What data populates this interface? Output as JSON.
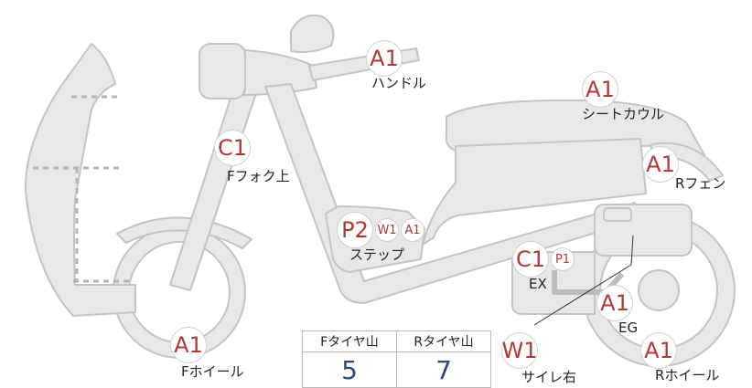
{
  "parts": [
    {
      "id": "handle",
      "label": "ハンドル",
      "badges": [
        "A1"
      ]
    },
    {
      "id": "seat-cowl",
      "label": "シートカウル",
      "badges": [
        "A1"
      ]
    },
    {
      "id": "f-fork-upper",
      "label": "Fフォク上",
      "badges": [
        "C1"
      ]
    },
    {
      "id": "r-fender",
      "label": "Rフェン",
      "badges": [
        "A1"
      ]
    },
    {
      "id": "step",
      "label": "ステップ",
      "badges": [
        "P2",
        "W1",
        "A1"
      ]
    },
    {
      "id": "exhaust",
      "label": "EX",
      "badges": [
        "C1",
        "P1"
      ]
    },
    {
      "id": "engine",
      "label": "EG",
      "badges": [
        "A1"
      ]
    },
    {
      "id": "f-wheel",
      "label": "Fホイール",
      "badges": [
        "A1"
      ]
    },
    {
      "id": "silencer-right",
      "label": "サイレ右",
      "badges": [
        "W1"
      ]
    },
    {
      "id": "r-wheel",
      "label": "Rホイール",
      "badges": [
        "A1"
      ]
    }
  ],
  "tread_table": {
    "front_header": "Fタイヤ山",
    "rear_header": "Rタイヤ山",
    "front_value": "5",
    "rear_value": "7"
  },
  "colors": {
    "body_fill": "#e8e8e8",
    "outline": "#c4c4c4",
    "badge_text": "#b03a34",
    "value_text": "#2e4a7d"
  }
}
